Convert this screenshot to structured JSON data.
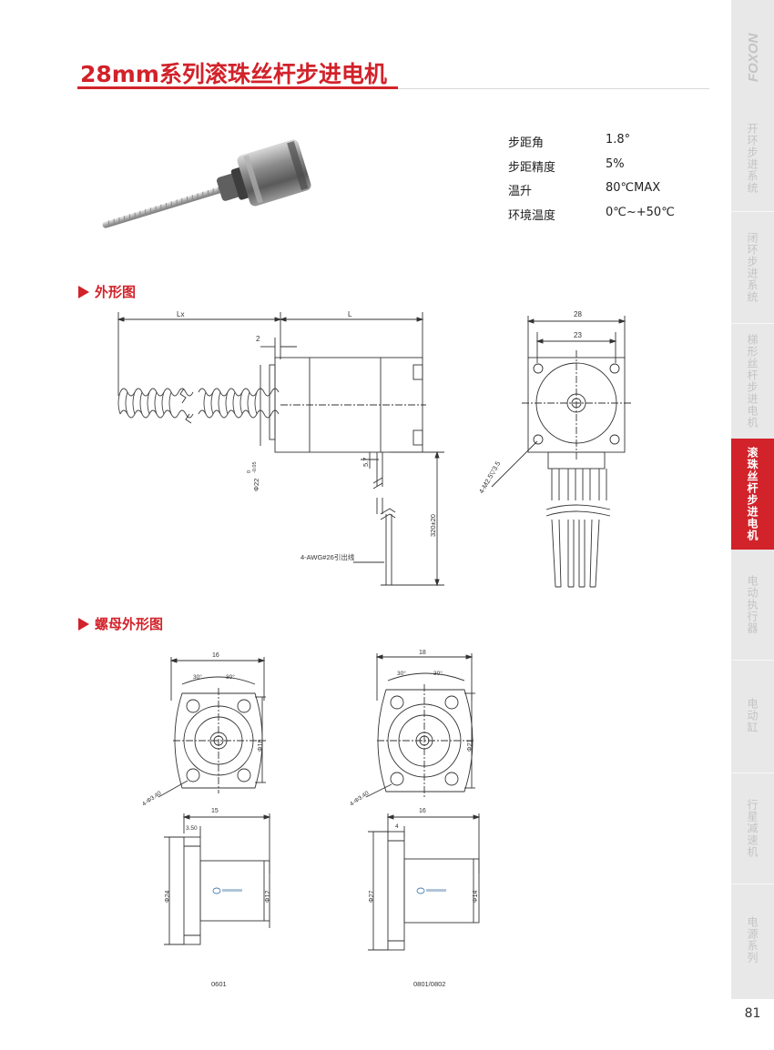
{
  "title": "28mm系列滚珠丝杆步进电机",
  "specs": [
    {
      "label": "步距角",
      "value": "1.8°"
    },
    {
      "label": "步距精度",
      "value": "5%"
    },
    {
      "label": "温升",
      "value": "80℃MAX"
    },
    {
      "label": "环境温度",
      "value": "0℃~+50℃"
    }
  ],
  "sections": {
    "outline": "外形图",
    "nut_outline": "螺母外形图"
  },
  "outline_drawing": {
    "lx": "Lx",
    "l": "L",
    "dim_2": "2",
    "dim_28": "28",
    "dim_23": "23",
    "dim_57": "5.7",
    "dia22_main": "Φ22",
    "dia22_tol_top": "0",
    "dia22_tol_bot": "-0.05",
    "lead_length": "320±20",
    "wire_note": "4-AWG#26引出线",
    "screw_note": "4-M2.5▽3.5"
  },
  "nut_drawings": {
    "n0601": {
      "width": "16",
      "angle_left": "30°",
      "angle_right": "30°",
      "bolt_circle": "Φ18",
      "holes": "4-Φ3.40",
      "length": "15",
      "flange": "3.50",
      "outer_dia": "Φ24",
      "body_dia": "Φ12",
      "model": "0601"
    },
    "n0801": {
      "width": "18",
      "angle_left": "30°",
      "angle_right": "30°",
      "bolt_circle": "Φ21",
      "holes": "4-Φ3.40",
      "length": "16",
      "flange": "4",
      "outer_dia": "Φ27",
      "body_dia": "Φ14",
      "model": "0801/0802"
    }
  },
  "sidebar": {
    "logo": "FOXON",
    "items": [
      {
        "label": "开环步进系统",
        "active": false
      },
      {
        "label": "闭环步进系统",
        "active": false
      },
      {
        "label": "梯形丝杆步进电机",
        "active": false
      },
      {
        "label": "滚珠丝杆步进电机",
        "active": true
      },
      {
        "label": "电动执行器",
        "active": false
      },
      {
        "label": "电动缸",
        "active": false
      },
      {
        "label": "行星减速机",
        "active": false
      },
      {
        "label": "电源系列",
        "active": false
      }
    ]
  },
  "page_number": "81",
  "colors": {
    "accent": "#d2222a",
    "sidebar_bg": "#e8e8e8",
    "sidebar_text": "#c4c4c4"
  }
}
